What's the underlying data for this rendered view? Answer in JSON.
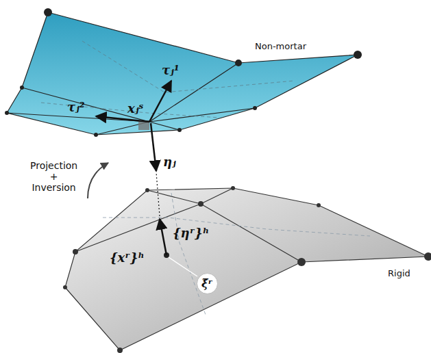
{
  "diagram": {
    "nodes": [
      {
        "text": [
          "ξ̂ʳ"
        ]
      }
    ],
    "labels": [
      "Non-mortar",
      "τⱼ¹",
      "τⱼ²",
      "xⱼˢ",
      "ηⱼ",
      "Projection + Inversion",
      "{ηʳ}ʰ",
      "{xʳ}ʰ",
      "Rigid"
    ]
  }
}
